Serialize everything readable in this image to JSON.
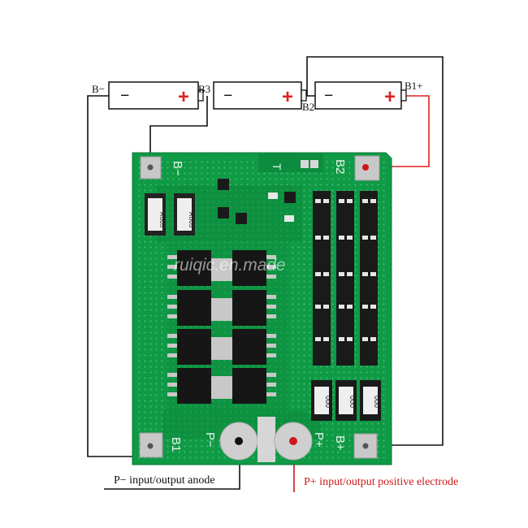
{
  "colors": {
    "pcb_green": "#0f9a45",
    "pad_silver": "#c8c8c8",
    "wire_black": "#111111",
    "wire_red": "#e02020",
    "battery_plus": "#e02020",
    "caption_red": "#d01818"
  },
  "batteries": [
    {
      "minus": "−",
      "plus": "+"
    },
    {
      "minus": "−",
      "plus": "+"
    },
    {
      "minus": "−",
      "plus": "+"
    }
  ],
  "terminal_labels": {
    "b_minus_top": "B−",
    "b3": "B3",
    "b2_top": "B2",
    "b1_plus_top": "B1+"
  },
  "board_labels": {
    "b_minus": "B−",
    "b2": "B2",
    "b1": "B1",
    "p_minus": "P−",
    "p_plus": "P+",
    "b_plus": "B+",
    "temp": "T"
  },
  "resistor_labels": {
    "r1": "R005",
    "r2": "R005",
    "bottom": [
      "000",
      "000",
      "000"
    ]
  },
  "watermark": "ruiqic.en.made",
  "captions": {
    "p_minus": "P− input/output anode",
    "p_plus": "P+ input/output positive electrode"
  }
}
